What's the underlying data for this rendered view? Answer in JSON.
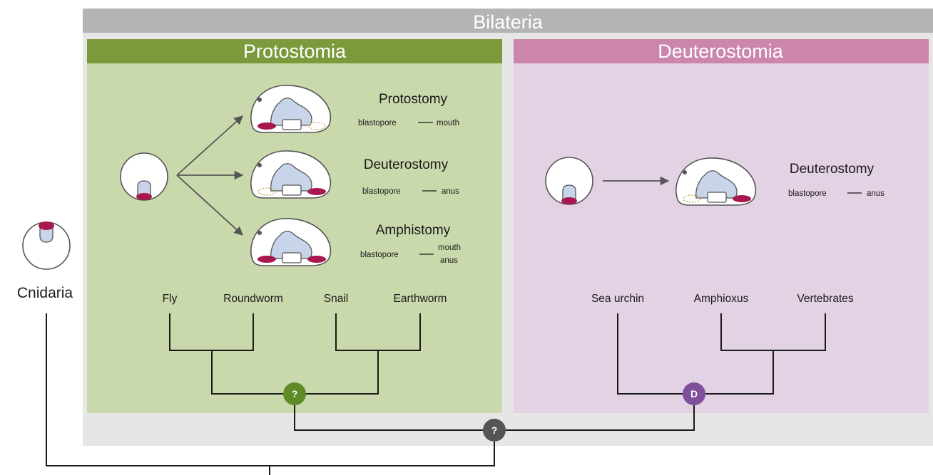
{
  "headers": {
    "bilateria": "Bilateria",
    "protostomia": "Protostomia",
    "deuterostomia": "Deuterostomia"
  },
  "outgroup": {
    "label": "Cnidaria"
  },
  "protostomia_fates": [
    {
      "title": "Protostomy",
      "left": "blastopore",
      "right": "mouth",
      "right2": ""
    },
    {
      "title": "Deuterostomy",
      "left": "blastopore",
      "right": "anus",
      "right2": ""
    },
    {
      "title": "Amphistomy",
      "left": "blastopore",
      "right": "mouth",
      "right2": "anus"
    }
  ],
  "deuterostomia_fate": {
    "title": "Deuterostomy",
    "left": "blastopore",
    "right": "anus"
  },
  "proto_taxa": [
    "Fly",
    "Roundworm",
    "Snail",
    "Earthworm"
  ],
  "deutero_taxa": [
    "Sea urchin",
    "Amphioxus",
    "Vertebrates"
  ],
  "nodes": {
    "protostomia": "?",
    "deuterostomia": "D",
    "bilateria": "?"
  },
  "colors": {
    "bilateria_bar": "#b3b4b6",
    "bilateria_bg": "#e6e6e6",
    "protostomia_header": "#7c9a3c",
    "protostomia_bg": "#c9d9ac",
    "deuterostomia_header": "#cc86ad",
    "deuterostomia_bg": "#e3d2e3",
    "blastopore": "#a8174f",
    "gut": "#c8d4ea",
    "proto_node": "#5f8a28",
    "deutero_node": "#7e4f9b",
    "bilateria_node": "#555555"
  }
}
